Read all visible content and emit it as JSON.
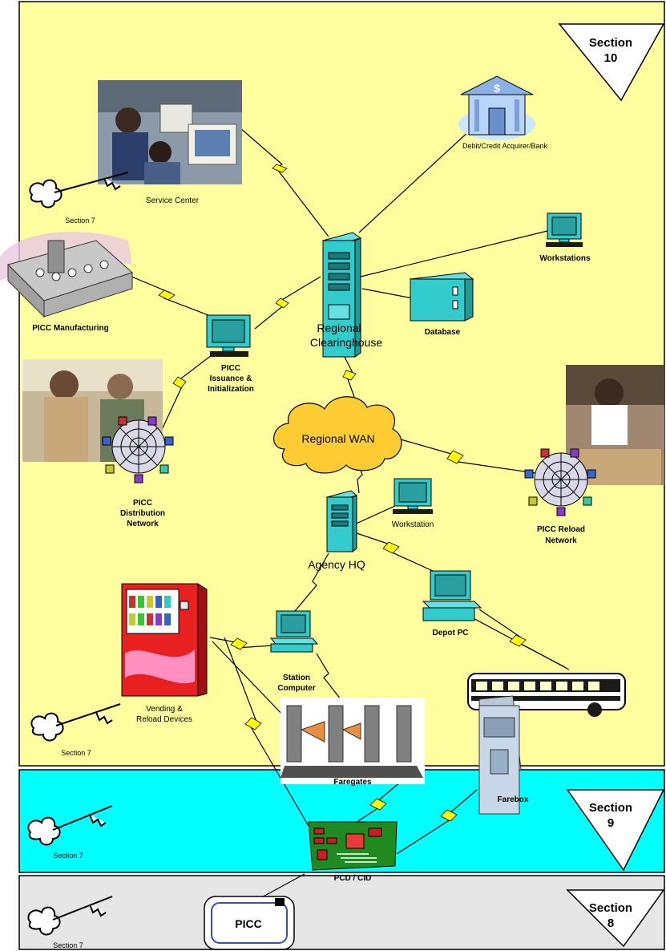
{
  "sections": {
    "s10": {
      "word": "Section",
      "num": "10"
    },
    "s9": {
      "word": "Section",
      "num": "9"
    },
    "s8": {
      "word": "Section",
      "num": "8"
    }
  },
  "nodes": {
    "service_center": "Service Center",
    "bank": "Debit/Credit Acquirer/Bank",
    "workstations": "Workstations",
    "database": "Database",
    "clearinghouse_l1": "Regional",
    "clearinghouse_l2": "Clearinghouse",
    "manufacturing": "PICC Manufacturing",
    "issuance_l1": "PICC",
    "issuance_l2": "Issuance &",
    "issuance_l3": "Initialization",
    "wan": "Regional WAN",
    "distribution_l1": "PICC",
    "distribution_l2": "Distribution",
    "distribution_l3": "Network",
    "reload_l1": "PICC Reload",
    "reload_l2": "Network",
    "workstation": "Workstation",
    "agency_hq": "Agency  HQ",
    "depot_pc": "Depot PC",
    "station_l1": "Station",
    "station_l2": "Computer",
    "vending_l1": "Vending &",
    "vending_l2": "Reload Devices",
    "faregates": "Faregates",
    "farebox": "Farebox",
    "pcd": "PCD / CID",
    "picc": "PICC"
  },
  "key_labels": {
    "k1": "Section 7",
    "k2": "Section 7",
    "k3": "Section 7",
    "k4": "Section 7"
  },
  "colors": {
    "zone_top": "#ffffa0",
    "zone_mid": "#00ffff",
    "zone_bot": "#e6e6e6",
    "server": "#33cccc",
    "cloud": "#ffcc33",
    "bolt": "#ffff00"
  }
}
